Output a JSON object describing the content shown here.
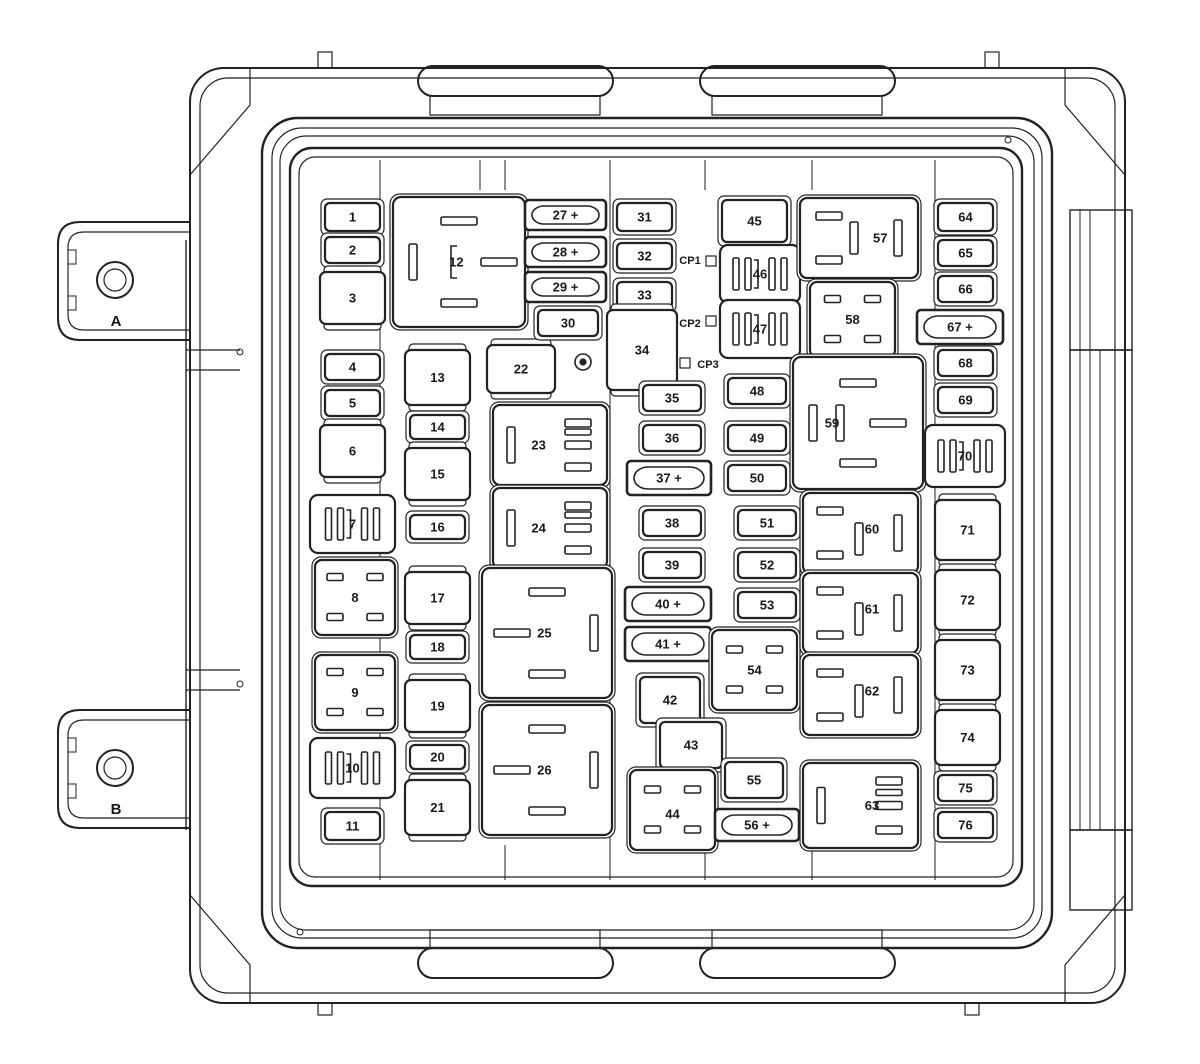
{
  "connector_labels": {
    "a": "A",
    "b": "B"
  },
  "check_points": {
    "cp1": "CP1",
    "cp2": "CP2",
    "cp3": "CP3"
  },
  "positions": {
    "p1": "1",
    "p2": "2",
    "p3": "3",
    "p4": "4",
    "p5": "5",
    "p6": "6",
    "p7": "7",
    "p8": "8",
    "p9": "9",
    "p10": "10",
    "p11": "11",
    "p12": "12",
    "p13": "13",
    "p14": "14",
    "p15": "15",
    "p16": "16",
    "p17": "17",
    "p18": "18",
    "p19": "19",
    "p20": "20",
    "p21": "21",
    "p22": "22",
    "p23": "23",
    "p24": "24",
    "p25": "25",
    "p26": "26",
    "p27": "27 +",
    "p28": "28 +",
    "p29": "29 +",
    "p30": "30",
    "p31": "31",
    "p32": "32",
    "p33": "33",
    "p34": "34",
    "p35": "35",
    "p36": "36",
    "p37": "37 +",
    "p38": "38",
    "p39": "39",
    "p40": "40 +",
    "p41": "41 +",
    "p42": "42",
    "p43": "43",
    "p44": "44",
    "p45": "45",
    "p46": "46",
    "p47": "47",
    "p48": "48",
    "p49": "49",
    "p50": "50",
    "p51": "51",
    "p52": "52",
    "p53": "53",
    "p54": "54",
    "p55": "55",
    "p56": "56 +",
    "p57": "57",
    "p58": "58",
    "p59": "59",
    "p60": "60",
    "p61": "61",
    "p62": "62",
    "p63": "63",
    "p64": "64",
    "p65": "65",
    "p66": "66",
    "p67": "67 +",
    "p68": "68",
    "p69": "69",
    "p70": "70",
    "p71": "71",
    "p72": "72",
    "p73": "73",
    "p74": "74",
    "p75": "75",
    "p76": "76"
  }
}
